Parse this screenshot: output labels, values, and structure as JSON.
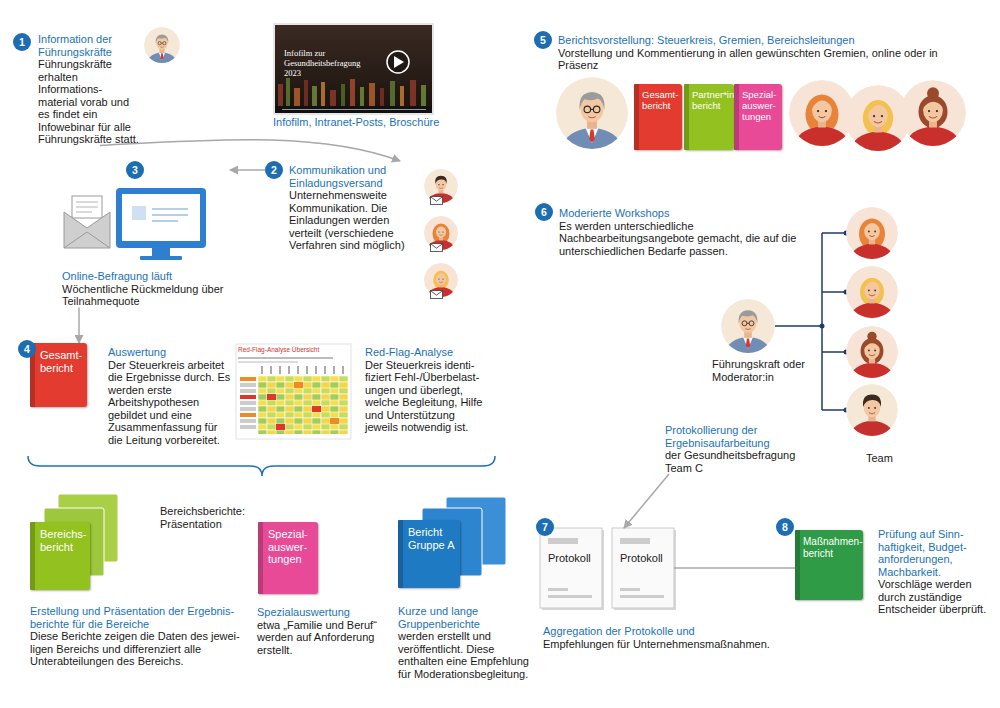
{
  "diagram": {
    "nodes": [
      {
        "text": [
          "Information der Führungskräfte",
          "Führungskräfte erhalten Informations- material vorab und es findet ein Infowebinar für alle Führungskräfte statt."
        ]
      },
      {
        "text": [
          "1"
        ],
        "in": 0
      },
      {
        "text": [
          "Kommunikation und Einladungsversand",
          "Unternehmensweite Kommunikation. Die Einladungen werden verteilt (verschiedene Verfahren sind möglich)"
        ]
      },
      {
        "text": [
          "2"
        ],
        "in": 2
      },
      {
        "text": [
          "Online-Befragung läuft",
          "Wöchentliche Rückmeldung über Teilnahmequote"
        ]
      },
      {
        "text": [
          "3"
        ],
        "in": 4
      },
      {
        "text": [
          "Gesamt- bericht"
        ]
      },
      {
        "text": [
          "4"
        ],
        "in": 6
      },
      {
        "text": [
          "Auswertung",
          "Der Steuerkreis arbeitet die Ergebnisse durch. Es werden erste Arbeitshypothesen gebildet und eine Zusammenfassung für die Leitung vorbereitet."
        ]
      },
      {
        "text": [
          "Red-Flag-Analyse",
          "Der Steuerkreis identi- fiziert Fehl-/Überbelast- ungen und überlegt, welche Begleitung, Hilfe und Unterstützung jeweils notwendig ist."
        ]
      },
      {
        "text": [
          "Bereichs- bericht"
        ]
      },
      {
        "text": [
          "Erstellung und Präsentation der Ergebnis- berichte für die Bereiche",
          "Diese Berichte zeigen die Daten des jewei- ligen Bereichs und differenziert alle Unterabteilungen des Bereichs."
        ]
      },
      {
        "text": [
          "Spezial- auswer- tungen"
        ]
      },
      {
        "text": [
          "Spezialauswertung",
          "etwa „Familie und Beruf“ werden auf Anforderung erstellt."
        ]
      },
      {
        "text": [
          "Bericht Gruppe A"
        ]
      },
      {
        "text": [
          "Kurze und lange Gruppenberichte",
          "werden erstellt und veröffentlicht. Diese enthalten eine Empfehlung für Moderationsbegleitung."
        ]
      },
      {
        "text": [
          "Berichtsvorstellung: Steuerkreis, Gremien, Bereichsleitungen",
          "Vorstellung und Kommentierung in allen gewünschten Gremien, online oder in Präsenz"
        ]
      },
      {
        "text": [
          "5"
        ],
        "in": 16
      },
      {
        "text": [
          "Gesamt- bericht"
        ]
      },
      {
        "text": [
          "Partner*in bericht"
        ]
      },
      {
        "text": [
          "Spezial- auswer- tungen"
        ]
      },
      {
        "text": [
          "Moderierte Workshops",
          "Es werden unterschiedliche Nachbearbeitungsangebote gemacht, die auf die unterschiedlichen Bedarfe passen."
        ]
      },
      {
        "text": [
          "6"
        ],
        "in": 21
      },
      {
        "text": [
          "Protokollierung der Ergebnisaufarbeitung",
          "der Gesundheitsbefragung Team C"
        ]
      },
      {
        "text": [
          "Protokoll"
        ]
      },
      {
        "text": [
          "7"
        ],
        "in": 24
      },
      {
        "text": [
          "Protokoll"
        ]
      },
      {
        "text": [
          "Aggregation der Protokolle und",
          "Empfehlungen für Unternehmensmaßnahmen."
        ]
      },
      {
        "text": [
          "Maßnahmen- bericht"
        ]
      },
      {
        "text": [
          "8"
        ],
        "in": 28
      },
      {
        "text": [
          "Prüfung auf Sinn- haftigkeit, Budget- anforderungen, Machbarkeit.",
          "Vorschläge werden durch zuständige Entscheider überprüft."
        ]
      }
    ],
    "edges": [
      {
        "from": 0,
        "to": 2,
        "arrow": "to"
      },
      {
        "from": 2,
        "to": 4,
        "arrow": "to"
      },
      {
        "from": 4,
        "to": 6,
        "arrow": "to"
      },
      {
        "from": 23,
        "to": 26,
        "arrow": "to"
      },
      {
        "from": 26,
        "to": 28,
        "arrow": "none"
      }
    ],
    "labels": [
      "Infofilm zur Gesundheitsbefragung 2023",
      "Infofilm, Intranet-Posts, Broschüre",
      "Red-Flag-Analyse Übersicht",
      "Bereichsberichte: Präsentation",
      "Führungskraft oder Moderator:in",
      "Team"
    ]
  }
}
